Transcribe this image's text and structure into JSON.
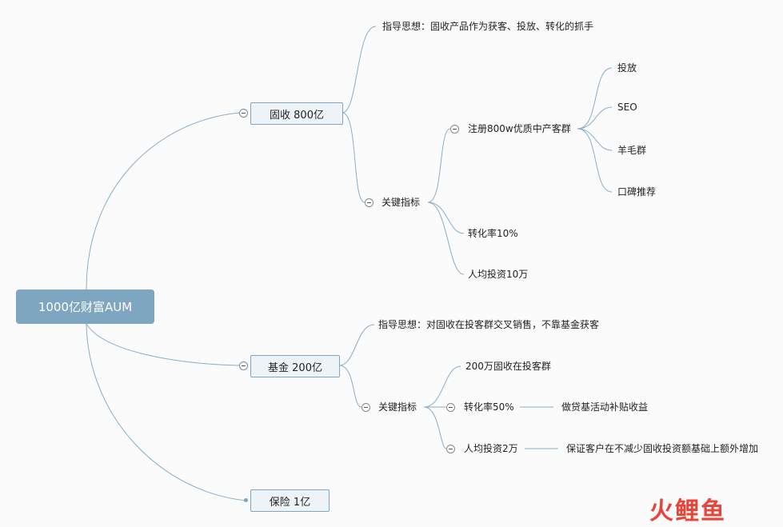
{
  "root": {
    "label": "1000亿财富AUM"
  },
  "branches": [
    {
      "label": "固收 800亿",
      "guide": "指导思想：固收产品作为获客、投放、转化的抓手",
      "key_label": "关键指标",
      "metrics": [
        {
          "label": "注册800w优质中产客群",
          "children": [
            "投放",
            "SEO",
            "羊毛群",
            "口碑推荐"
          ]
        },
        {
          "label": "转化率10%"
        },
        {
          "label": "人均投资10万"
        }
      ]
    },
    {
      "label": "基金 200亿",
      "guide": "指导思想：对固收在投客群交叉销售，不靠基金获客",
      "key_label": "关键指标",
      "metrics": [
        {
          "label": "200万固收在投客群"
        },
        {
          "label": "转化率50%",
          "note": "做贷基活动补贴收益"
        },
        {
          "label": "人均投资2万",
          "note": "保证客户在不减少固收投资额基础上额外增加"
        }
      ]
    },
    {
      "label": "保险 1亿"
    }
  ],
  "watermark": "火鲤鱼",
  "colors": {
    "line": "#7fa6c0",
    "root_fill": "#7fa6c0",
    "node_fill": "#eef3f7",
    "watermark": "#e8443a"
  }
}
